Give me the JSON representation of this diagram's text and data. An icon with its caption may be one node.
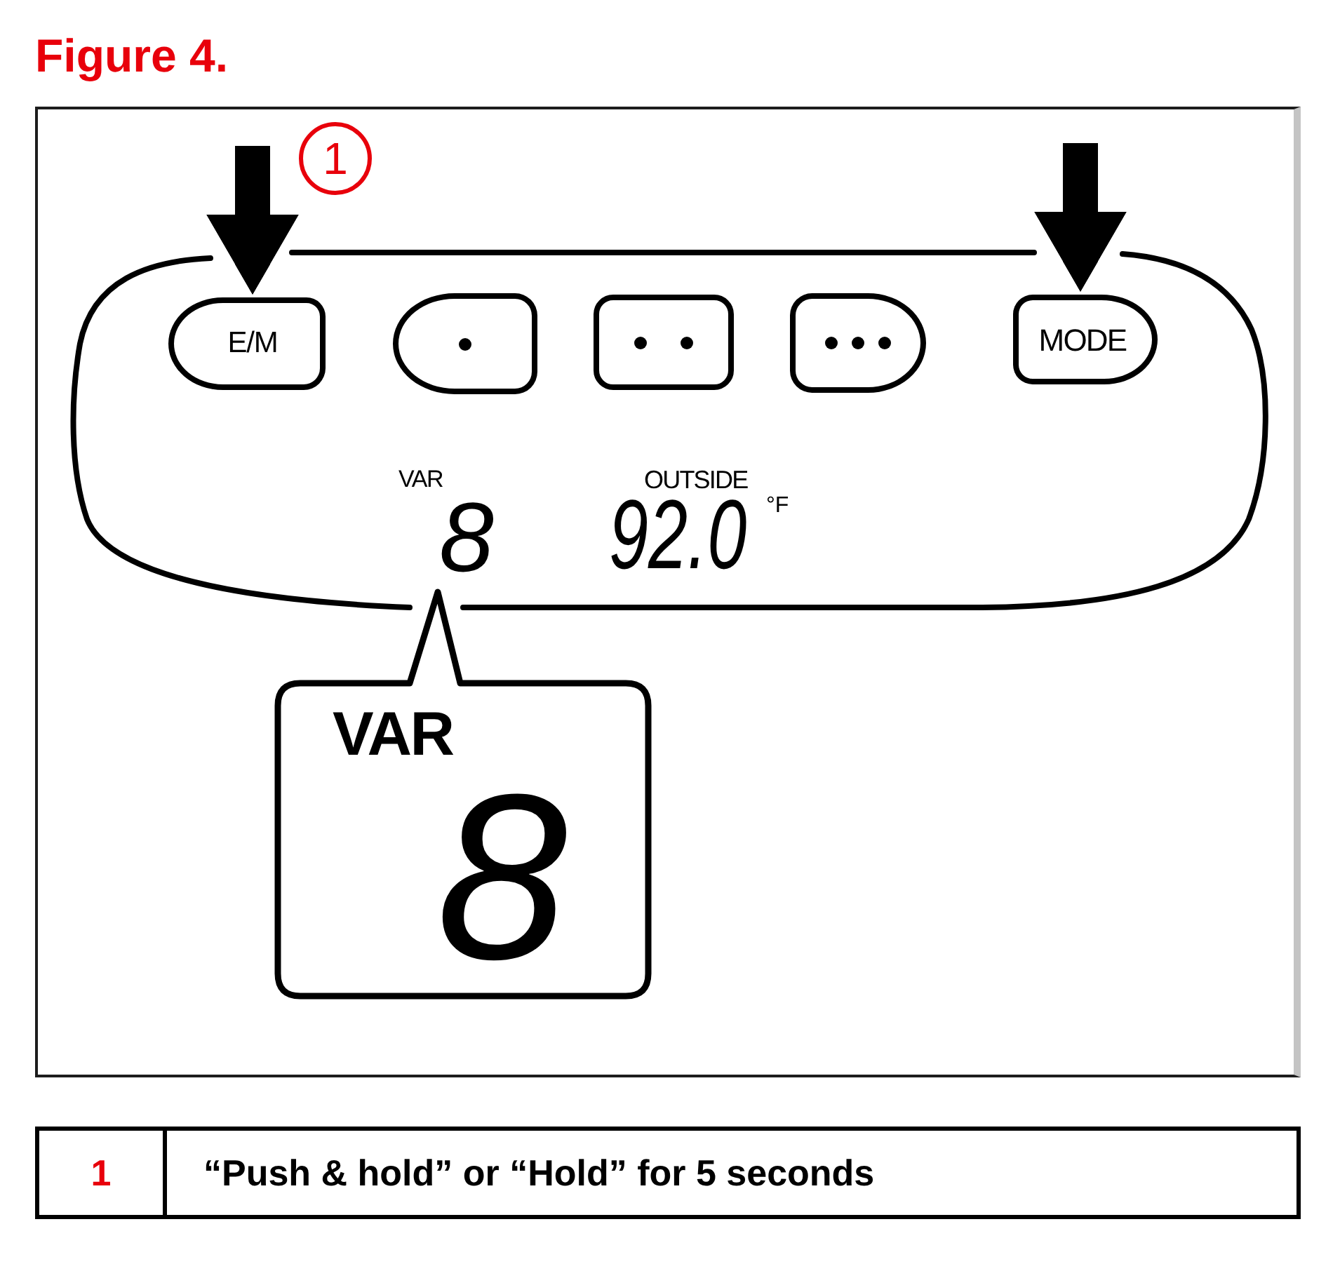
{
  "diagram": {
    "title": "Figure 4.",
    "nodes": [
      {
        "text": [
          "1"
        ]
      },
      {
        "text": [],
        "shape": "box"
      },
      {
        "text": [
          "E/M"
        ],
        "in": 1
      },
      {
        "text": [],
        "shape": "box",
        "in": 1
      },
      {
        "text": [],
        "shape": "box",
        "in": 1
      },
      {
        "text": [],
        "shape": "box",
        "in": 1
      },
      {
        "text": [
          "MODE"
        ],
        "in": 1
      },
      {
        "text": [
          "VAR",
          "8"
        ]
      }
    ],
    "edges": [
      {
        "from": null,
        "to": 2,
        "arrow": "to"
      },
      {
        "from": null,
        "to": 6,
        "arrow": "to"
      }
    ],
    "labels": [
      "VAR",
      "8",
      "OUTSIDE",
      "92.0",
      "°F",
      "1",
      "“Push & hold” or “Hold” for 5 seconds"
    ]
  }
}
